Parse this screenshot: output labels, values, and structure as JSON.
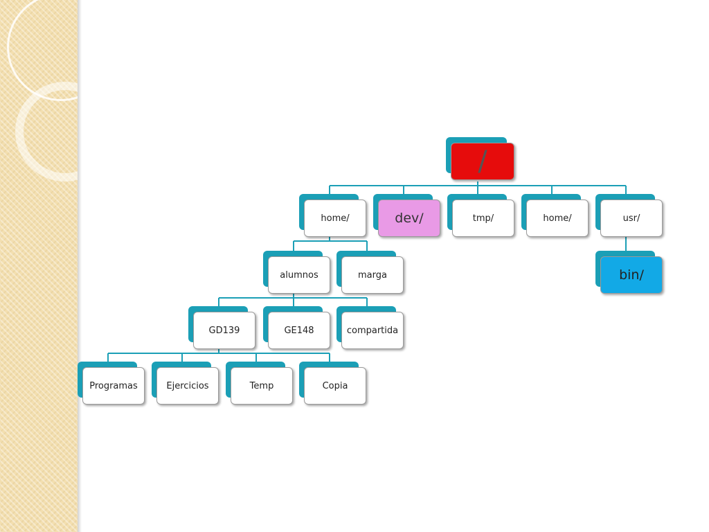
{
  "nodes": {
    "root": "/",
    "home1": "home/",
    "dev": "dev/",
    "tmp": "tmp/",
    "home2": "home/",
    "usr": "usr/",
    "bin": "bin/",
    "alumnos": "alumnos",
    "marga": "marga",
    "gd139": "GD139",
    "ge148": "GE148",
    "compartida": "compartida",
    "programas": "Programas",
    "ejercicios": "Ejercicios",
    "temp": "Temp",
    "copia": "Copia"
  },
  "colors": {
    "back_tab": "#1b9fb6",
    "root_fill": "#e60c0c",
    "dev_fill": "#e99ae6",
    "bin_fill": "#12a9e6",
    "node_fill": "#ffffff",
    "connector": "#1b9fb6",
    "side_panel": "#f3dfb0"
  }
}
